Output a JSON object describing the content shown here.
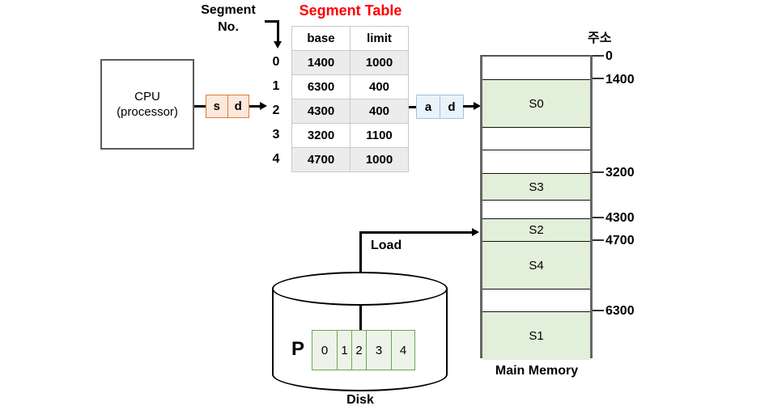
{
  "cpu": {
    "line1": "CPU",
    "line2": "(processor)"
  },
  "logical_address": {
    "segment_field": "s",
    "offset_field": "d"
  },
  "physical_address": {
    "base_field": "a",
    "offset_field": "d"
  },
  "segment_no_label": "Segment\nNo.",
  "segment_no_label_line1": "Segment",
  "segment_no_label_line2": "No.",
  "segment_table": {
    "title": "Segment Table",
    "title_color": "#ff0000",
    "columns": [
      "base",
      "limit"
    ],
    "indices": [
      "0",
      "1",
      "2",
      "3",
      "4"
    ],
    "rows": [
      {
        "index": "0",
        "base": "1400",
        "limit": "1000"
      },
      {
        "index": "1",
        "base": "6300",
        "limit": "400"
      },
      {
        "index": "2",
        "base": "4300",
        "limit": "400"
      },
      {
        "index": "3",
        "base": "3200",
        "limit": "1100"
      },
      {
        "index": "4",
        "base": "4700",
        "limit": "1000"
      }
    ],
    "selected_index": "2"
  },
  "memory": {
    "caption": "Main Memory",
    "address_header": "주소",
    "segment_fill_color": "#e2efda",
    "slots": [
      {
        "label": "",
        "filled": false
      },
      {
        "label": "S0",
        "filled": true
      },
      {
        "label": "",
        "filled": false
      },
      {
        "label": "",
        "filled": false
      },
      {
        "label": "S3",
        "filled": true
      },
      {
        "label": "",
        "filled": false
      },
      {
        "label": "S2",
        "filled": true
      },
      {
        "label": "S4",
        "filled": true
      },
      {
        "label": "",
        "filled": false
      },
      {
        "label": "S1",
        "filled": true
      }
    ],
    "addresses": [
      "0",
      "1400",
      "3200",
      "4300",
      "4700",
      "6300"
    ]
  },
  "disk": {
    "caption": "Disk",
    "process_label": "P",
    "blocks": [
      "0",
      "1",
      "2",
      "3",
      "4"
    ],
    "block_border_color": "#6aa84f"
  },
  "load_label": "Load"
}
